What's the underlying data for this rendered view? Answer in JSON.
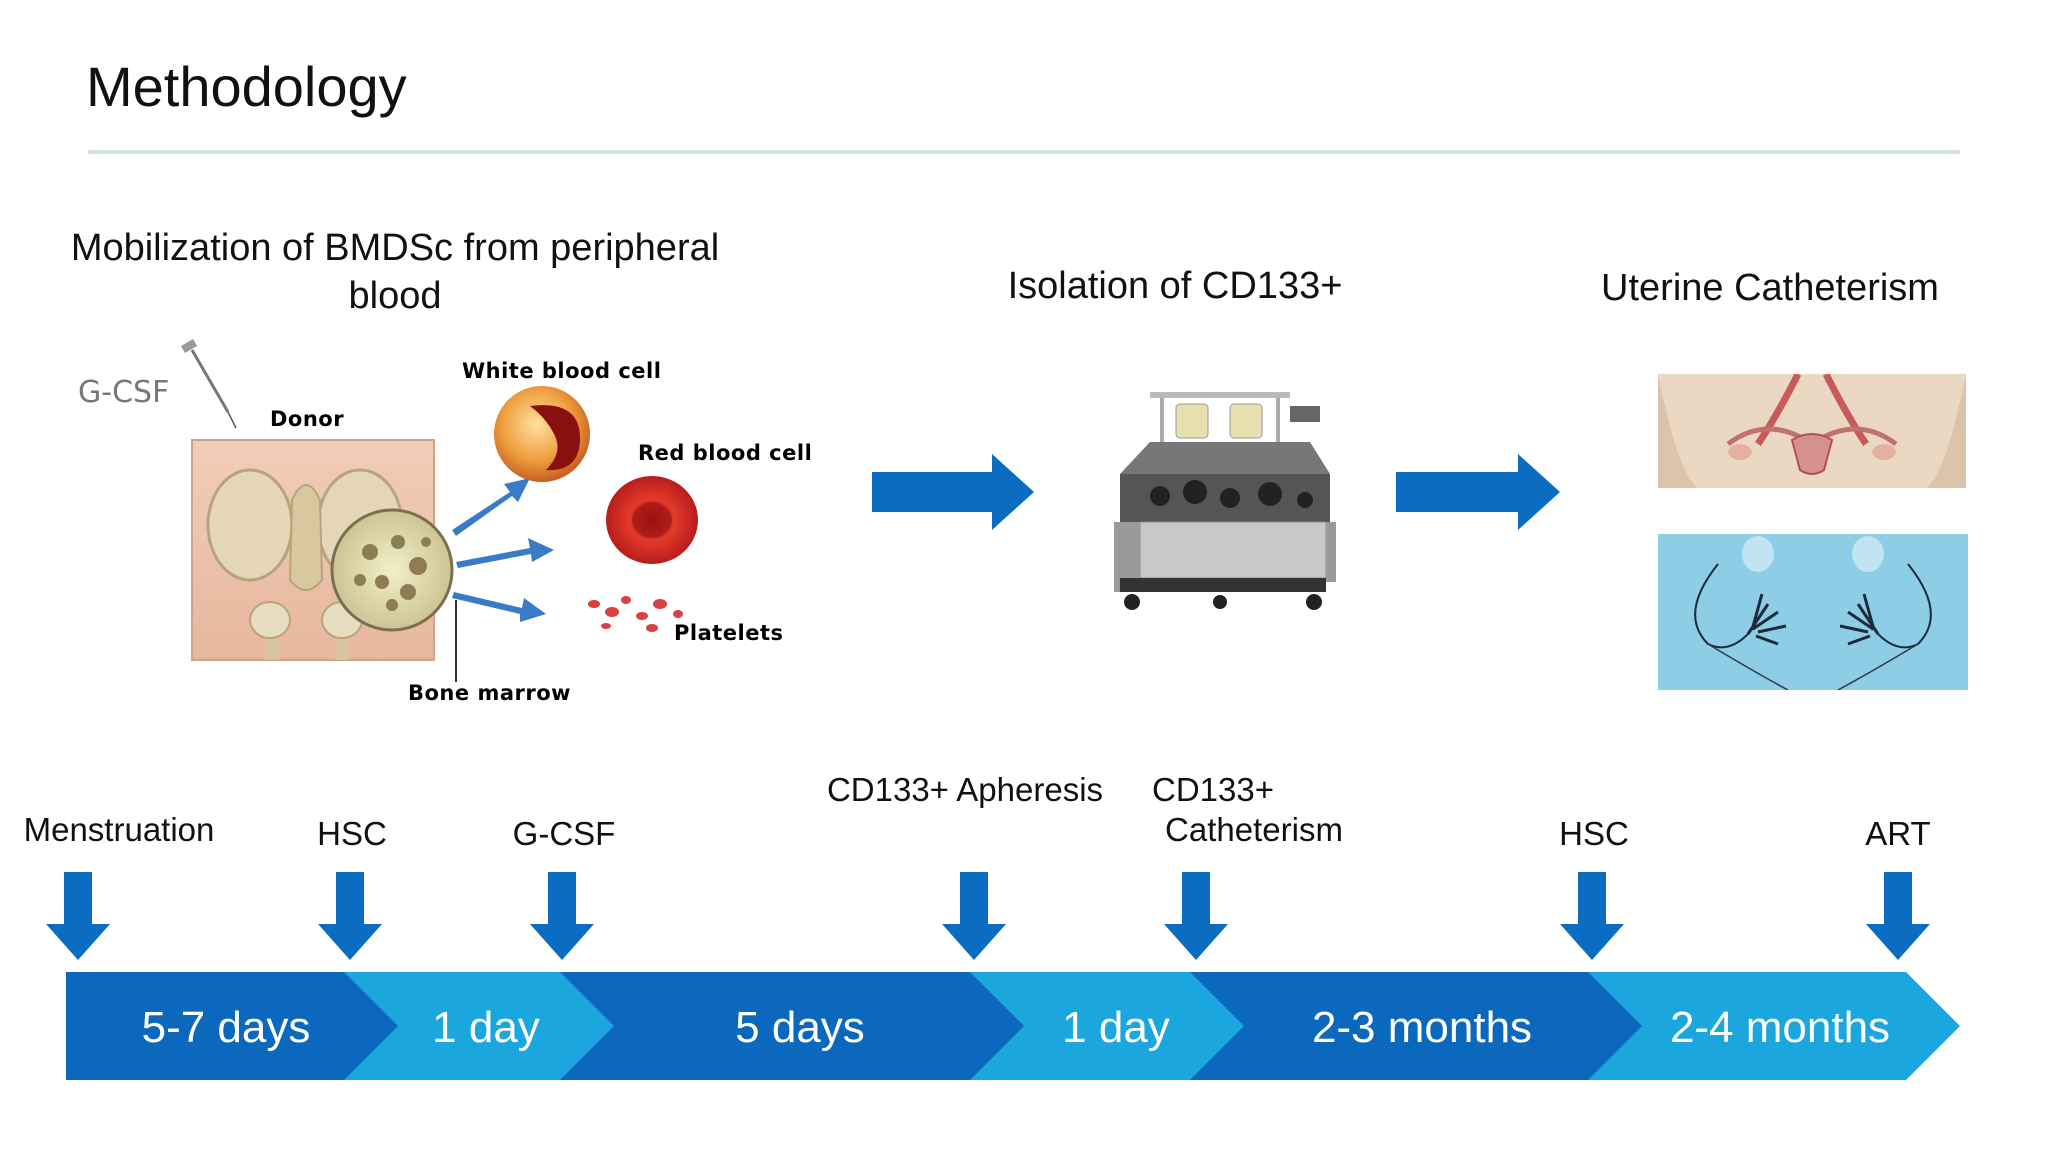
{
  "title": "Methodology",
  "sections": {
    "mobilization": {
      "title": "Mobilization of BMDSc from peripheral blood",
      "labels": {
        "gcsf": "G-CSF",
        "donor": "Donor",
        "white_blood_cell": "White blood cell",
        "red_blood_cell": "Red blood cell",
        "platelets": "Platelets",
        "bone_marrow": "Bone marrow"
      }
    },
    "isolation": {
      "title": "Isolation of CD133+"
    },
    "uterine": {
      "title": "Uterine Catheterism"
    }
  },
  "timeline": {
    "events": [
      {
        "label": "Menstruation"
      },
      {
        "label": "HSC"
      },
      {
        "label": "G-CSF"
      },
      {
        "label": "CD133+ Apheresis"
      },
      {
        "label_line1": "CD133+",
        "label_line2": "Catheterism"
      },
      {
        "label": "HSC"
      },
      {
        "label": "ART"
      }
    ],
    "segments": [
      {
        "label": "5-7 days",
        "color": "#0c68bd"
      },
      {
        "label": "1 day",
        "color": "#1ba6dd"
      },
      {
        "label": "5 days",
        "color": "#0c68bd"
      },
      {
        "label": "1 day",
        "color": "#1ba6dd"
      },
      {
        "label": "2-3 months",
        "color": "#0c68bd"
      },
      {
        "label": "2-4 months",
        "color": "#1ba6dd"
      }
    ]
  },
  "colors": {
    "arrow_blue": "#0a6dc2",
    "rule": "#d2e4dd"
  }
}
